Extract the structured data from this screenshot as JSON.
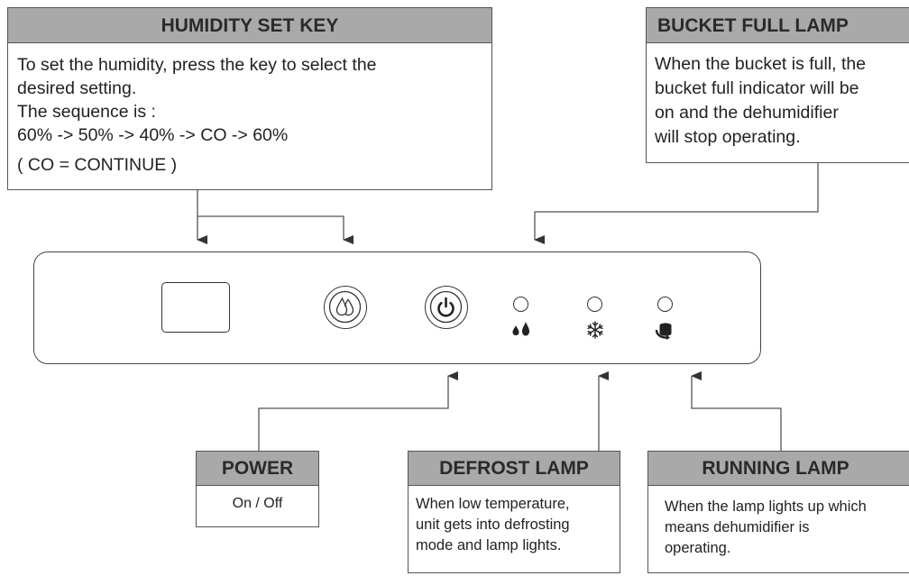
{
  "humidity_set_key": {
    "title": "HUMIDITY SET KEY",
    "lines": [
      "To set the humidity, press the key to select the",
      "desired setting.",
      "The sequence is :",
      "60% -> 50% -> 40% -> CO -> 60%",
      "( CO = CONTINUE )"
    ]
  },
  "bucket_full_lamp": {
    "title": "BUCKET FULL LAMP",
    "lines": [
      "When the bucket is full, the",
      "bucket full indicator will be",
      "on and the dehumidifier",
      "will stop operating."
    ]
  },
  "power": {
    "title": "POWER",
    "text": "On / Off"
  },
  "defrost_lamp": {
    "title": "DEFROST LAMP",
    "lines": [
      "When low temperature,",
      "unit gets into defrosting",
      "mode and lamp lights."
    ]
  },
  "running_lamp": {
    "title": "RUNNING LAMP",
    "lines": [
      "When the lamp lights up which",
      "means dehumidifier is",
      "operating."
    ]
  },
  "icons": {
    "humidity_button": "water-drops-icon",
    "power_button": "power-icon",
    "bucket_lamp": "water-drips-icon",
    "defrost_lamp": "snowflake-icon",
    "running_lamp": "running-fan-icon"
  },
  "colors": {
    "header_fill": "#a9a9a9",
    "line": "#555555"
  }
}
